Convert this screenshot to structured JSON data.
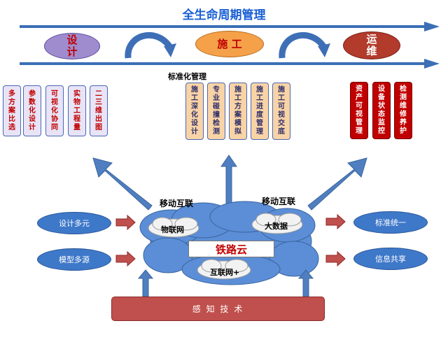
{
  "title": "全生命周期管理",
  "phases": {
    "design": "设\n计",
    "construction": "施 工",
    "operation": "运\n维"
  },
  "standard_label": "标准化管理",
  "design_items": [
    "多方案比选",
    "参数化设计",
    "可视化协同",
    "实物工程量",
    "二三维出图"
  ],
  "construction_items": [
    "施工深化设计",
    "专业碰撞检测",
    "施工方案模拟",
    "施工进度管理",
    "施工可视交底"
  ],
  "operation_items": [
    "资产可视管理",
    "设备状态监控",
    "检测维修养护"
  ],
  "left_inputs": [
    "设计多元",
    "模型多源"
  ],
  "right_outputs": [
    "标准统一",
    "信息共享"
  ],
  "mobile_labels": [
    "移动互联",
    "移动互联"
  ],
  "cloud": {
    "title": "铁路云",
    "iot": "物联网",
    "bigdata": "大数据",
    "internet": "互联网+"
  },
  "sensing": "感 知 技 术",
  "colors": {
    "title_blue": "#1a5fd6",
    "accent_red": "#c00000",
    "cloud_blue": "#5b8ed6",
    "arrow_blue": "#4f7fc0",
    "pill_blue": "#3e78c9",
    "sense_red": "#c0504d"
  }
}
